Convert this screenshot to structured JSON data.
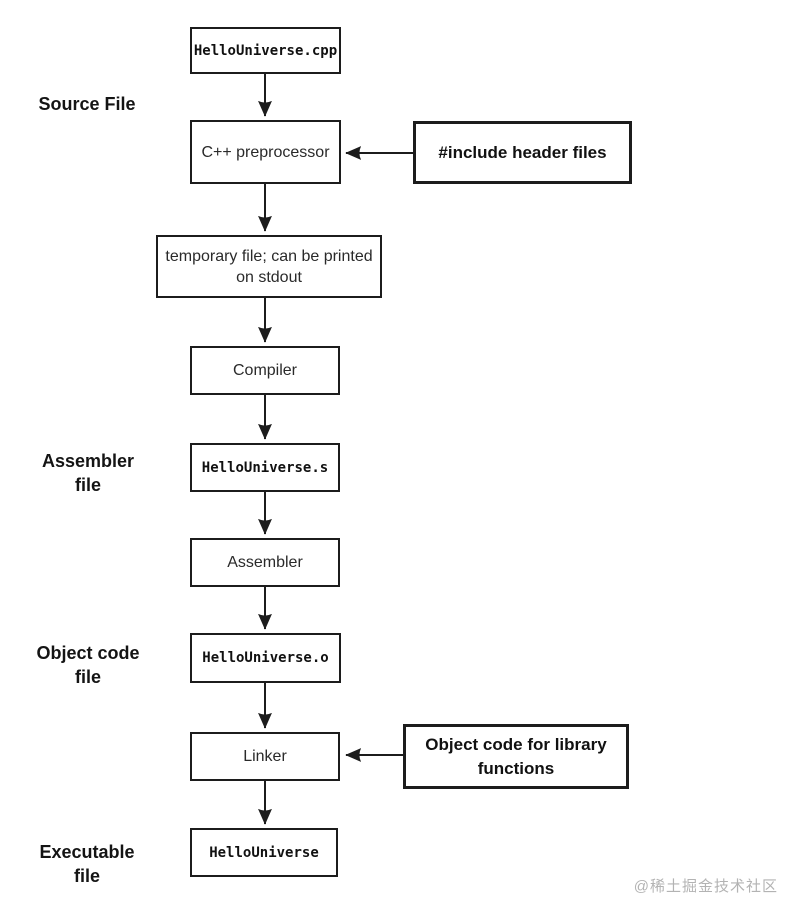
{
  "diagram": {
    "title_implicit": "C++ compilation pipeline flowchart",
    "nodes": {
      "file_cpp": "HelloUniverse.cpp",
      "preprocessor": "C++ preprocessor",
      "include_headers": "#include header files",
      "temp_file": "temporary file; can be printed on stdout",
      "compiler": "Compiler",
      "file_s": "HelloUniverse.s",
      "assembler": "Assembler",
      "file_o": "HelloUniverse.o",
      "linker": "Linker",
      "object_lib": "Object code for library functions",
      "file_exe": "HelloUniverse"
    },
    "stage_labels": {
      "source": "Source File",
      "assembler": "Assembler file",
      "object": "Object code file",
      "executable": "Executable file"
    },
    "colors": {
      "line": "#1c1c1c",
      "box_border": "#1c1c1c",
      "box_fill": "#ffffff",
      "background": "#ffffff",
      "watermark": "#b3b3b3"
    },
    "edges": [
      "file_cpp -> preprocessor",
      "include_headers -> preprocessor",
      "preprocessor -> temp_file",
      "temp_file -> compiler",
      "compiler -> file_s",
      "file_s -> assembler",
      "assembler -> file_o",
      "file_o -> linker",
      "object_lib -> linker",
      "linker -> file_exe"
    ]
  },
  "watermark": "@稀土掘金技术社区"
}
